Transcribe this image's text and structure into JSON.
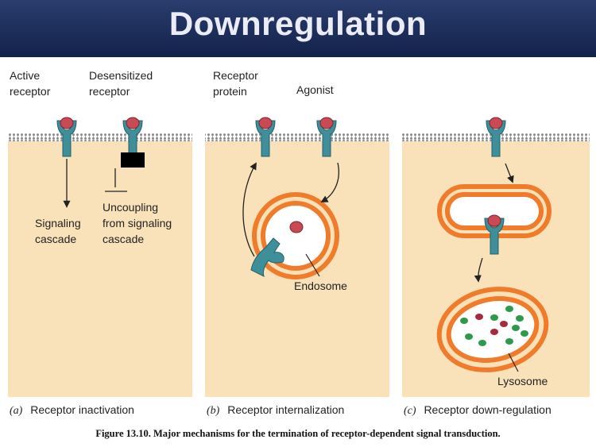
{
  "header": {
    "title": "Downregulation"
  },
  "panel_a": {
    "label_active": [
      "Active",
      "receptor"
    ],
    "label_desensitized": [
      "Desensitized",
      "receptor"
    ],
    "label_signaling": [
      "Signaling",
      "cascade"
    ],
    "label_uncoupling": [
      "Uncoupling",
      "from signaling",
      "cascade"
    ],
    "letter": "(a)",
    "title": "Receptor inactivation"
  },
  "panel_b": {
    "label_receptor": [
      "Receptor",
      "protein"
    ],
    "label_agonist": "Agonist",
    "label_endosome": "Endosome",
    "letter": "(b)",
    "title": "Receptor internalization"
  },
  "panel_c": {
    "label_lysosome": "Lysosome",
    "letter": "(c)",
    "title": "Receptor down-regulation"
  },
  "caption": "Figure 13.10.  Major mechanisms for the termination of receptor-dependent signal transduction.",
  "colors": {
    "header": "#13224a",
    "cytoplasm": "#f9e2ba",
    "receptor": "#3e8f9a",
    "ligand": "#c94a55",
    "vesicle": "#f07b2a",
    "lysosome_dot_red": "#a62a3e",
    "lysosome_dot_green": "#2c9a4a"
  },
  "icons": [
    "receptor-icon",
    "ligand-icon",
    "membrane-icon",
    "endosome-icon",
    "lysosome-icon",
    "arrow-icon"
  ]
}
